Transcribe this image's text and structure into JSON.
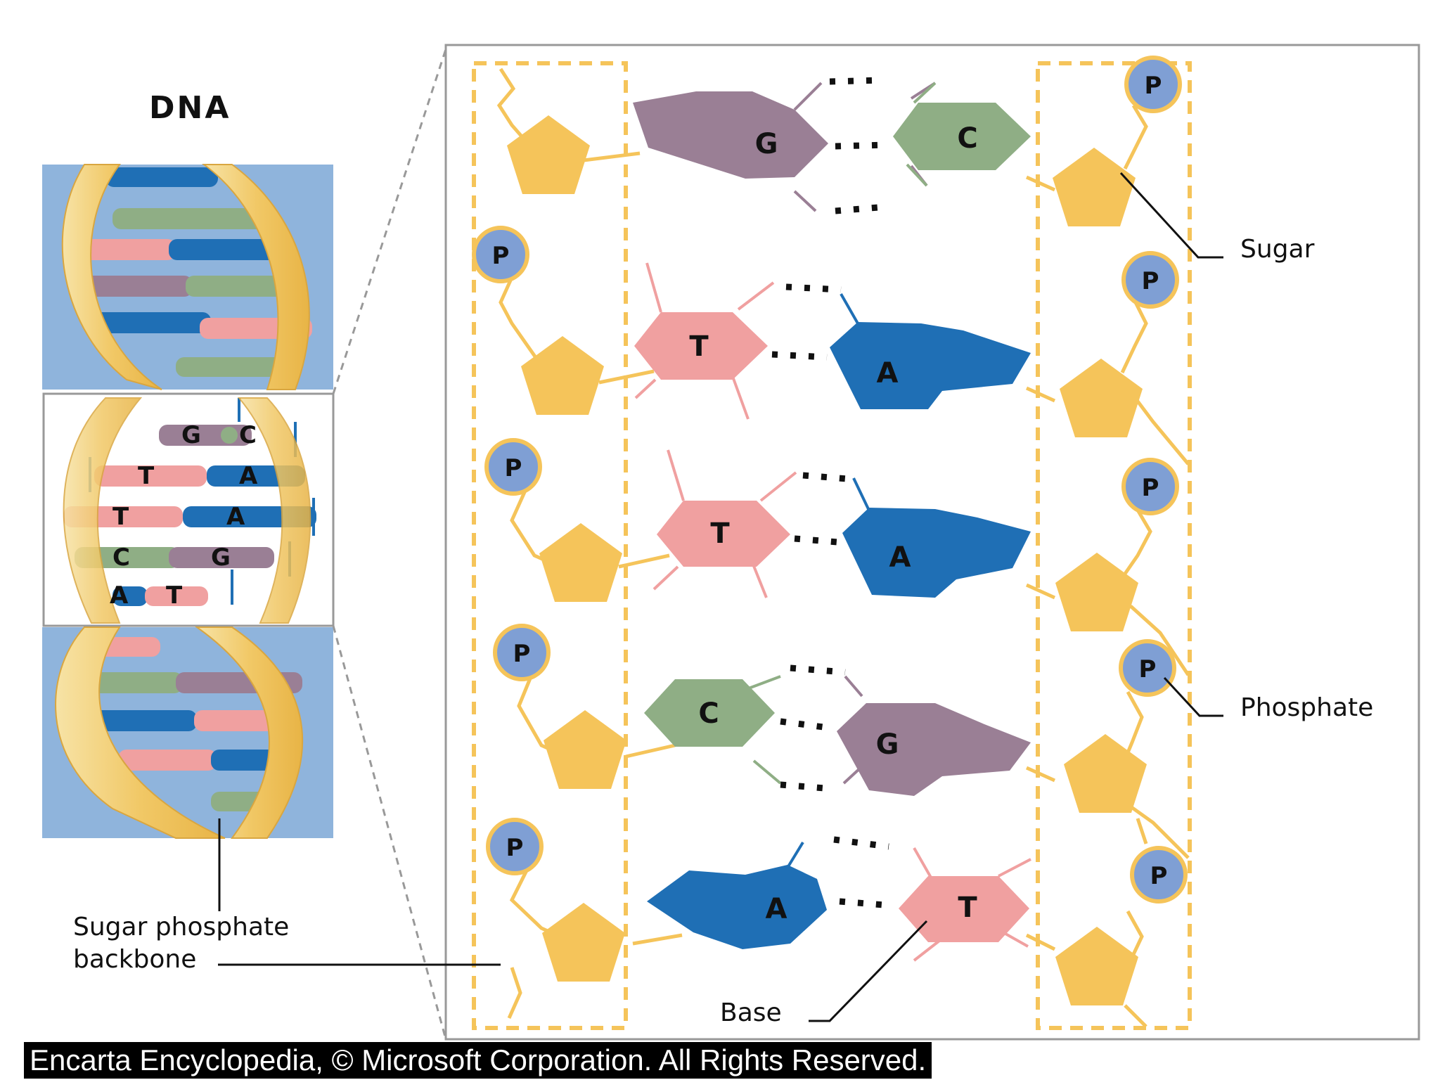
{
  "title": "DNA",
  "labels": {
    "sugar": "Sugar",
    "phosphate": "Phosphate",
    "backbone_line1": "Sugar phosphate",
    "backbone_line2": "backbone",
    "base": "Base"
  },
  "phosphate_symbol": "P",
  "base_pairs": [
    {
      "left": "G",
      "right": "C"
    },
    {
      "left": "T",
      "right": "A"
    },
    {
      "left": "T",
      "right": "A"
    },
    {
      "left": "C",
      "right": "G"
    },
    {
      "left": "A",
      "right": "T"
    }
  ],
  "helix_inset_pairs": [
    {
      "left": "G",
      "right": "C"
    },
    {
      "left": "T",
      "right": "A"
    },
    {
      "left": "T",
      "right": "A"
    },
    {
      "left": "C",
      "right": "G"
    },
    {
      "left": "A",
      "right": "T"
    }
  ],
  "credit": "Encarta Encyclopedia, © Microsoft Corporation. All Rights Reserved.",
  "colors": {
    "G": "#9a7f95",
    "C": "#8fae85",
    "T": "#f0a0a0",
    "A": "#1f6fb5",
    "sugar": "#f5c45a",
    "phosphate": "#7f9fd4",
    "strand_box": "#f5c45a",
    "helix_bg": "#8fb4dc",
    "helix_ribbon": "#f3d27a"
  }
}
